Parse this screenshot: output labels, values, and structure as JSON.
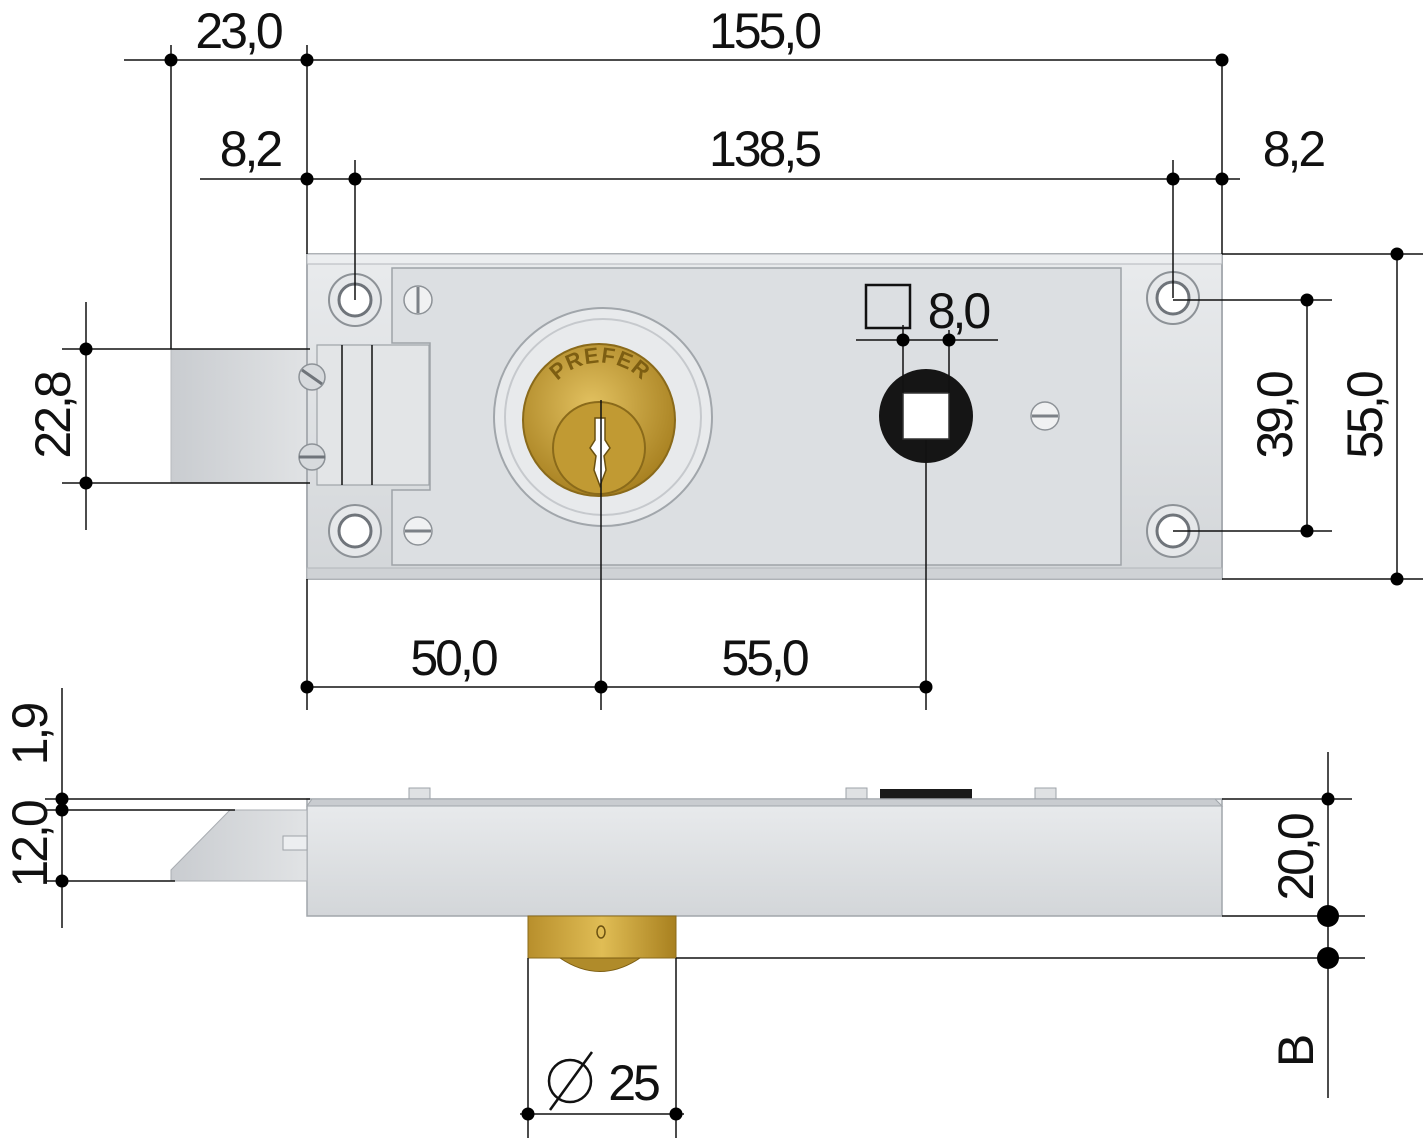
{
  "dimensions": {
    "extension_width": "23,0",
    "overall_length": "155,0",
    "left_edge_to_hole": "8,2",
    "hole_spacing": "138,5",
    "right_edge_to_hole": "8,2",
    "bolt_height": "22,8",
    "square_size": "8,0",
    "hole_vertical_spacing": "39,0",
    "overall_height": "55,0",
    "backset": "50,0",
    "cylinder_to_square": "55,0",
    "top_plate": "1,9",
    "bolt_thickness": "12,0",
    "case_depth": "20,0",
    "cylinder_diameter": "25",
    "cylinder_projection": "B"
  },
  "brand": "PREFER",
  "colors": {
    "case_steel": "#dfe1e3",
    "case_edge": "#c8ccd0",
    "brass": "#c9a33a",
    "dark": "#111111"
  }
}
